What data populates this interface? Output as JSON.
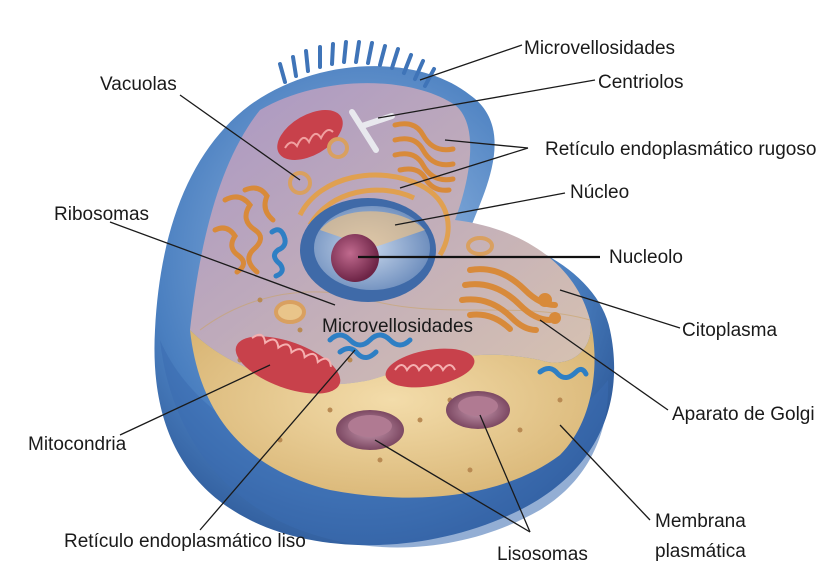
{
  "labels": {
    "microvellosidades_top": "Microvellosidades",
    "centriolos": "Centriolos",
    "vacuolas": "Vacuolas",
    "reticulo_rugoso": "Retículo endoplasmático rugoso",
    "nucleo": "Núcleo",
    "ribosomas": "Ribosomas",
    "nucleolo": "Nucleolo",
    "microvellosidades_mid": "Microvellosidades",
    "citoplasma": "Citoplasma",
    "aparato_golgi": "Aparato de Golgi",
    "mitocondria": "Mitocondria",
    "reticulo_liso": "Retículo endoplasmático liso",
    "lisosomas": "Lisosomas",
    "membrana_line1": "Membrana",
    "membrana_line2": "plasmática"
  },
  "colors": {
    "membrane": "#4a7fc0",
    "membrane_dark": "#2e5a99",
    "cytoplasm": "#e6c98f",
    "inner_purple": "#b9a6c9",
    "nucleus_blue": "#7f9ec9",
    "nucleolus": "#8c3a5e",
    "mitochondria": "#c8414b",
    "golgi": "#d88a3a",
    "lysosome": "#8f5a72"
  }
}
